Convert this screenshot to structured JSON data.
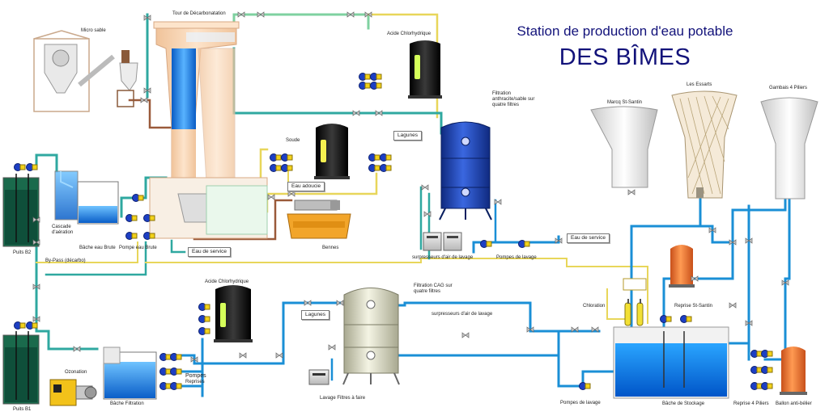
{
  "header": {
    "title_line1": "Station de production d'eau potable",
    "title_line2": "DES BÎMES"
  },
  "labels": {
    "micro_sable": "Micro sable",
    "tour_decarbonatation": "Tour de Décarbonatation",
    "acide_chlorhydrique_top": "Acide Chlorhydrique",
    "acide_chlorhydrique_bottom": "Acide Chlorhydrique",
    "filtration_sable_l1": "Filtration",
    "filtration_sable_l2": "anthracite/sable sur",
    "filtration_sable_l3": "quatre filtres",
    "soude": "Soude",
    "puits_b2": "Puits B2",
    "puits_b1": "Puits B1",
    "cascade_aeration_l1": "Cascade",
    "cascade_aeration_l2": "d'aération",
    "bache_eau_brute": "Bâche eau Brute",
    "pompe_eau_brute": "Pompe eau Brute",
    "bennes": "Bennes",
    "by_pass": "By-Pass (décarbo)",
    "surpresseurs_top": "surpresseurs d'air de lavage",
    "pompes_lavage_top": "Pompes de lavage",
    "marcq": "Marcq St-Santin",
    "les_essarts": "Les Essarts",
    "gambais": "Gambais 4 Piliers",
    "filtration_cag_l1": "Filtration CAG sur",
    "filtration_cag_l2": "quatre filtres",
    "surpresseurs_bottom": "surpresseurs d'air de lavage",
    "chloration": "Chloration",
    "reprise_st_santin": "Reprise St-Santin",
    "ozonation": "Ozonation",
    "bache_filtration": "Bâche Filtration",
    "pompes_reprises_l1": "Pompes",
    "pompes_reprises_l2": "Reprises",
    "lavage_filtres": "Lavage Filtres à faire",
    "pompes_lavage_bottom": "Pompes de lavage",
    "bache_stockage": "Bâche de Stockage",
    "reprise_4_piliers": "Reprise 4 Piliers",
    "ballon_anti_belier": "Ballon anti-bélier"
  },
  "tags": {
    "lagunes_top": "Lagunes",
    "eau_adoucie": "Eau adoucie",
    "eau_de_service_left": "Eau de service",
    "eau_de_service_right": "Eau de service",
    "lagunes_bottom": "Lagunes"
  },
  "colors": {
    "title": "#12127a",
    "pipe_treated": "#1a8fd6",
    "pipe_raw": "#2fa8a0",
    "pipe_yellow": "#e8d65a",
    "pipe_brown": "#9a5a3a",
    "pipe_green": "#8fd4a0",
    "water": "#1e7fe0",
    "tank_black": "#141414",
    "tower_body": "#f7d3b0",
    "filter_blue": "#1e3fb0",
    "filter_cream": "#e6e6d0",
    "antibelier": "#f07a2c"
  }
}
